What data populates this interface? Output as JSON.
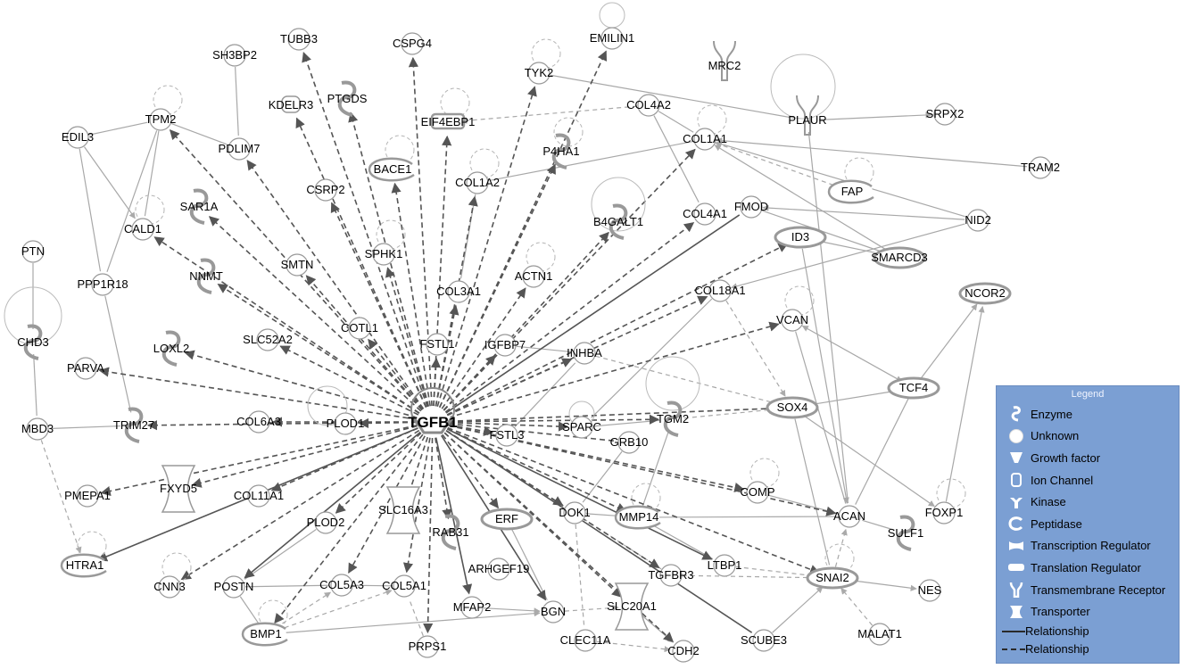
{
  "hub": "TGFB1",
  "nodes": [
    {
      "id": "TUBB3",
      "label": "TUBB3"
    },
    {
      "id": "CSPG4",
      "label": "CSPG4"
    },
    {
      "id": "EMILIN1",
      "label": "EMILIN1"
    },
    {
      "id": "SH3BP2",
      "label": "SH3BP2"
    },
    {
      "id": "TYK2",
      "label": "TYK2"
    },
    {
      "id": "MRC2",
      "label": "MRC2"
    },
    {
      "id": "PTGDS",
      "label": "PTGDS"
    },
    {
      "id": "KDELR3",
      "label": "KDELR3"
    },
    {
      "id": "EIF4EBP1",
      "label": "EIF4EBP1"
    },
    {
      "id": "COL4A2",
      "label": "COL4A2"
    },
    {
      "id": "PLAUR",
      "label": "PLAUR"
    },
    {
      "id": "SRPX2",
      "label": "SRPX2"
    },
    {
      "id": "TPM2",
      "label": "TPM2"
    },
    {
      "id": "EDIL3",
      "label": "EDIL3"
    },
    {
      "id": "PDLIM7",
      "label": "PDLIM7"
    },
    {
      "id": "P4HA1",
      "label": "P4HA1"
    },
    {
      "id": "COL1A1",
      "label": "COL1A1"
    },
    {
      "id": "BACE1",
      "label": "BACE1"
    },
    {
      "id": "TRAM2",
      "label": "TRAM2"
    },
    {
      "id": "CSRP2",
      "label": "CSRP2"
    },
    {
      "id": "COL1A2",
      "label": "COL1A2"
    },
    {
      "id": "FAP",
      "label": "FAP"
    },
    {
      "id": "SAR1A",
      "label": "SAR1A"
    },
    {
      "id": "COL4A1",
      "label": "COL4A1"
    },
    {
      "id": "FMOD",
      "label": "FMOD"
    },
    {
      "id": "NID2",
      "label": "NID2"
    },
    {
      "id": "CALD1",
      "label": "CALD1"
    },
    {
      "id": "B4GALT1",
      "label": "B4GALT1"
    },
    {
      "id": "ID3",
      "label": "ID3"
    },
    {
      "id": "PTN",
      "label": "PTN"
    },
    {
      "id": "SPHK1",
      "label": "SPHK1"
    },
    {
      "id": "SMARCD3",
      "label": "SMARCD3"
    },
    {
      "id": "SMTN",
      "label": "SMTN"
    },
    {
      "id": "PPP1R18",
      "label": "PPP1R18"
    },
    {
      "id": "NNMT",
      "label": "NNMT"
    },
    {
      "id": "COL3A1",
      "label": "COL3A1"
    },
    {
      "id": "ACTN1",
      "label": "ACTN1"
    },
    {
      "id": "COL18A1",
      "label": "COL18A1"
    },
    {
      "id": "NCOR2",
      "label": "NCOR2"
    },
    {
      "id": "CHD3",
      "label": "CHD3"
    },
    {
      "id": "VCAN",
      "label": "VCAN"
    },
    {
      "id": "COTL1",
      "label": "COTL1"
    },
    {
      "id": "SLC52A2",
      "label": "SLC52A2"
    },
    {
      "id": "FSTL1",
      "label": "FSTL1"
    },
    {
      "id": "IGFBP7",
      "label": "IGFBP7"
    },
    {
      "id": "LOXL2",
      "label": "LOXL2"
    },
    {
      "id": "INHBA",
      "label": "INHBA"
    },
    {
      "id": "PARVA",
      "label": "PARVA"
    },
    {
      "id": "TCF4",
      "label": "TCF4"
    },
    {
      "id": "MBD3",
      "label": "MBD3"
    },
    {
      "id": "TRIM27",
      "label": "TRIM27"
    },
    {
      "id": "COL6A3",
      "label": "COL6A3"
    },
    {
      "id": "PLOD1",
      "label": "PLOD1"
    },
    {
      "id": "TGM2",
      "label": "TGM2"
    },
    {
      "id": "SOX4",
      "label": "SOX4"
    },
    {
      "id": "SPARC",
      "label": "SPARC"
    },
    {
      "id": "FSTL3",
      "label": "FSTL3"
    },
    {
      "id": "GRB10",
      "label": "GRB10"
    },
    {
      "id": "PMEPA1",
      "label": "PMEPA1"
    },
    {
      "id": "FXYD5",
      "label": "FXYD5"
    },
    {
      "id": "COL11A1",
      "label": "COL11A1"
    },
    {
      "id": "COMP",
      "label": "COMP"
    },
    {
      "id": "PLOD2",
      "label": "PLOD2"
    },
    {
      "id": "SLC16A3",
      "label": "SLC16A3"
    },
    {
      "id": "ERF",
      "label": "ERF"
    },
    {
      "id": "DOK1",
      "label": "DOK1"
    },
    {
      "id": "MMP14",
      "label": "MMP14"
    },
    {
      "id": "ACAN",
      "label": "ACAN"
    },
    {
      "id": "FOXP1",
      "label": "FOXP1"
    },
    {
      "id": "SULF1",
      "label": "SULF1"
    },
    {
      "id": "RAB31",
      "label": "RAB31"
    },
    {
      "id": "HTRA1",
      "label": "HTRA1"
    },
    {
      "id": "CNN3",
      "label": "CNN3"
    },
    {
      "id": "POSTN",
      "label": "POSTN"
    },
    {
      "id": "COL5A3",
      "label": "COL5A3"
    },
    {
      "id": "COL5A1",
      "label": "COL5A1"
    },
    {
      "id": "ARHGEF19",
      "label": "ARHGEF19"
    },
    {
      "id": "TGFBR3",
      "label": "TGFBR3"
    },
    {
      "id": "LTBP1",
      "label": "LTBP1"
    },
    {
      "id": "SNAI2",
      "label": "SNAI2"
    },
    {
      "id": "NES",
      "label": "NES"
    },
    {
      "id": "MFAP2",
      "label": "MFAP2"
    },
    {
      "id": "BGN",
      "label": "BGN"
    },
    {
      "id": "SLC20A1",
      "label": "SLC20A1"
    },
    {
      "id": "BMP1",
      "label": "BMP1"
    },
    {
      "id": "SCUBE3",
      "label": "SCUBE3"
    },
    {
      "id": "MALAT1",
      "label": "MALAT1"
    },
    {
      "id": "PRPS1",
      "label": "PRPS1"
    },
    {
      "id": "CLEC11A",
      "label": "CLEC11A"
    },
    {
      "id": "CDH2",
      "label": "CDH2"
    }
  ],
  "legend": {
    "title": "Legend",
    "items": [
      {
        "shape": "enzyme",
        "label": "Enzyme"
      },
      {
        "shape": "unknown",
        "label": "Unknown"
      },
      {
        "shape": "growth-factor",
        "label": "Growth factor"
      },
      {
        "shape": "ion-channel",
        "label": "Ion Channel"
      },
      {
        "shape": "kinase",
        "label": "Kinase"
      },
      {
        "shape": "peptidase",
        "label": "Peptidase"
      },
      {
        "shape": "transcription-regulator",
        "label": "Transcription Regulator"
      },
      {
        "shape": "translation-regulator",
        "label": "Translation Regulator"
      },
      {
        "shape": "transmembrane-receptor",
        "label": "Transmembrane Receptor"
      },
      {
        "shape": "transporter",
        "label": "Transporter"
      }
    ],
    "relationships": [
      {
        "style": "solid",
        "label": "Relationship"
      },
      {
        "style": "dashed",
        "label": "Relationship"
      }
    ]
  },
  "colors": {
    "edge": "#555555",
    "edge_light": "#9a9a9a",
    "node_stroke": "#9a9a9a",
    "legend_bg": "#7b9fd3"
  }
}
